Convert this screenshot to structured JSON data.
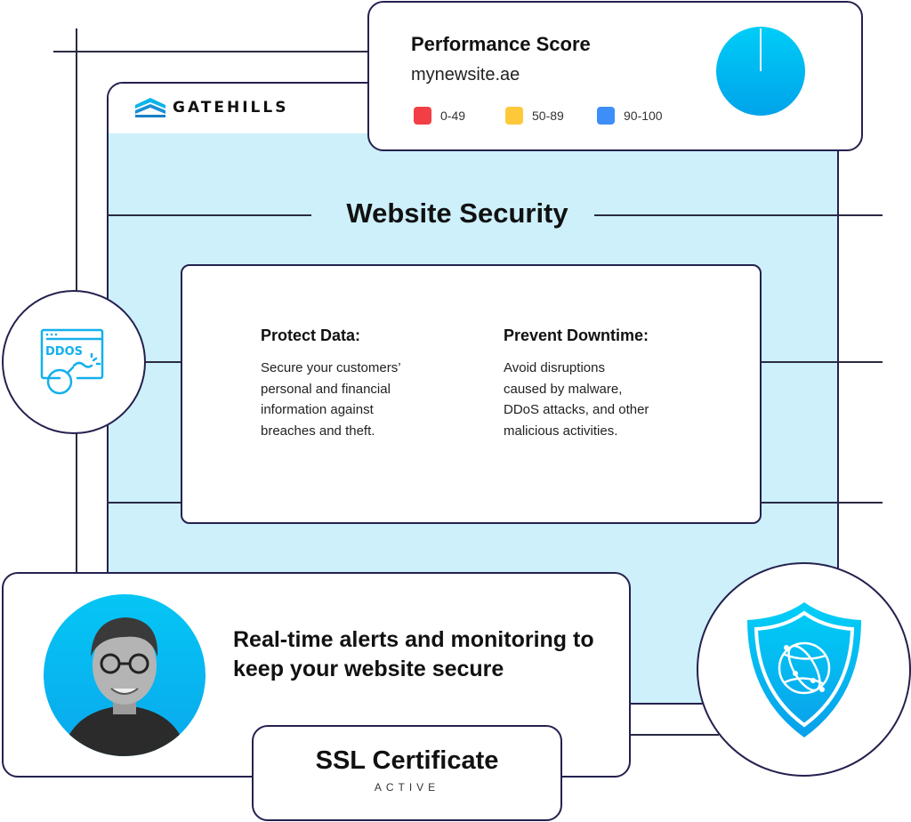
{
  "brand": {
    "name": "GATEHILLS"
  },
  "performance": {
    "title": "Performance Score",
    "site": "mynewsite.ae",
    "score_fraction": 0.995,
    "legend": [
      {
        "label": "0-49",
        "color": "#f23f45"
      },
      {
        "label": "50-89",
        "color": "#fdc83a"
      },
      {
        "label": "90-100",
        "color": "#3d8ef8"
      }
    ]
  },
  "section_title": "Website Security",
  "features": [
    {
      "title": "Protect Data:",
      "text": "Secure your customers’ personal and financial information against breaches and theft."
    },
    {
      "title": "Prevent Downtime:",
      "text": "Avoid disruptions caused by malware, DDoS attacks, and other malicious activities."
    }
  ],
  "ddos_icon_text": "DDOS",
  "alerts": {
    "message": "Real-time alerts and monitoring to keep your website secure"
  },
  "ssl": {
    "title": "SSL Certificate",
    "status": "ACTIVE"
  },
  "colors": {
    "accent": "#00b4f0",
    "panel": "#cdf0fb",
    "border": "#24214f"
  }
}
